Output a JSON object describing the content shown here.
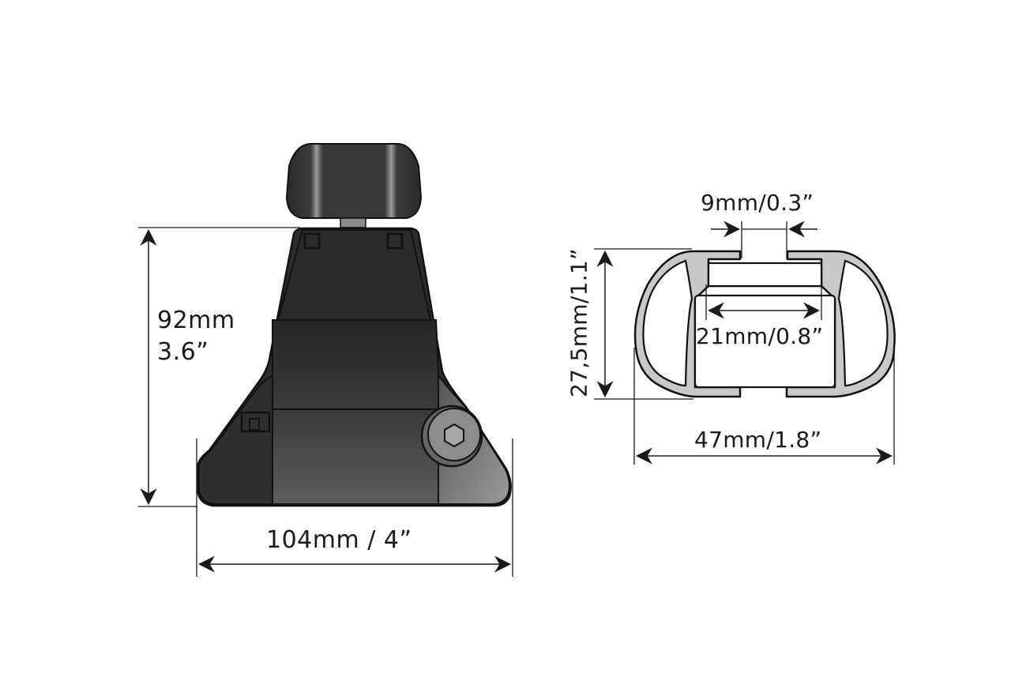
{
  "diagram": {
    "type": "technical-dimension-drawing",
    "left_part": {
      "name": "roof rack foot",
      "height_label_mm": "92mm",
      "height_label_in": "3.6”",
      "width_label": "104mm / 4”"
    },
    "right_part": {
      "name": "aluminium bar profile",
      "slot_width_label": "9mm/0.3”",
      "inner_channel_label": "21mm/0.8”",
      "height_label": "27,5mm/1.1”",
      "width_label": "47mm/1.8”"
    },
    "colors": {
      "background": "#ffffff",
      "line": "#1a1a1a",
      "foot_dark": "#2e2e2e",
      "foot_mid": "#555555",
      "foot_light": "#8a8a8a",
      "profile_fill": "#c9c9c9"
    }
  }
}
